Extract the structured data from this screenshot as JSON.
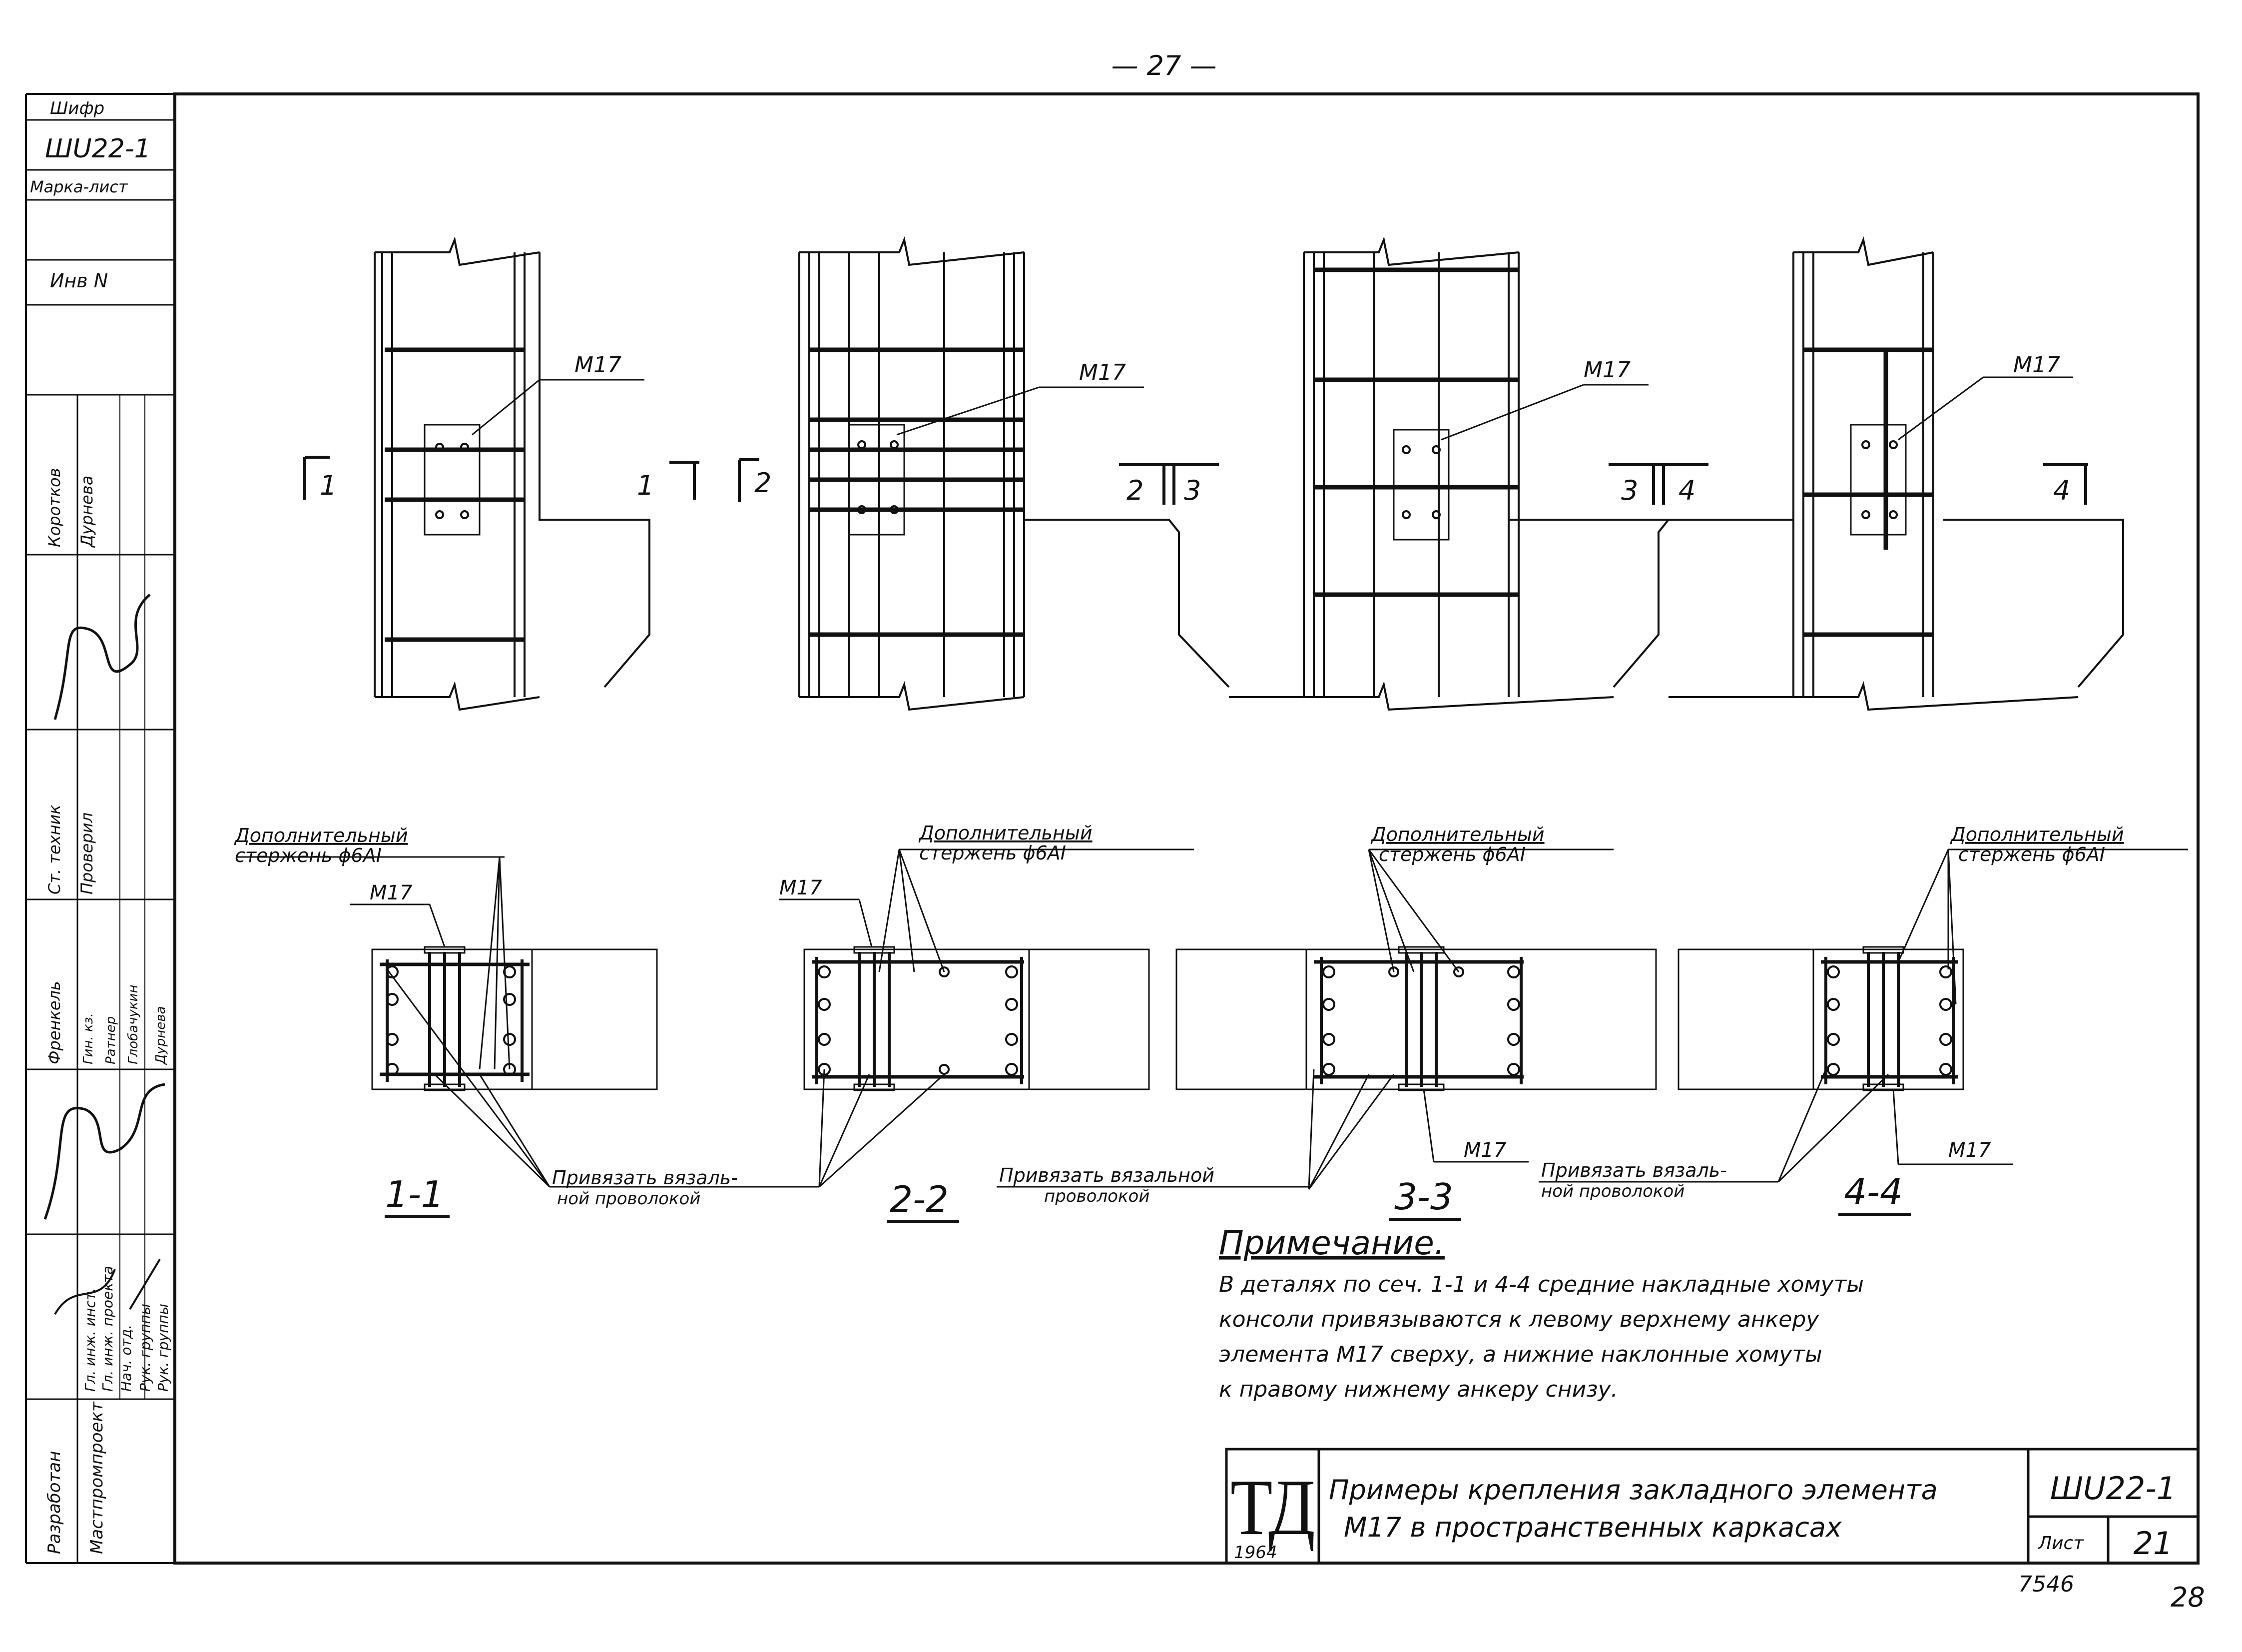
{
  "page_number": "— 27 —",
  "side_stamp": {
    "code_label": "Шифр",
    "code_value": "ШU22-1",
    "sheet_mark_label": "Марка-лист",
    "inventory_label": "Инв N",
    "roles": [
      "Разработан",
      "Мастпромпроект"
    ],
    "positions": [
      "Гл. инж. инст.",
      "Гл. инж. проекта",
      "Нач. отд.",
      "Рук. группы",
      "Рук. группы",
      "Ст. техник",
      "Проверил"
    ],
    "names": [
      "Коротков",
      "Дурнева",
      "Френкель",
      "Гин. кз.",
      "Ратнер",
      "Глобачукин",
      "Дурнева"
    ]
  },
  "plan_views": {
    "label_m17": "М17",
    "cut_marks": [
      "1",
      "1",
      "2",
      "2",
      "3",
      "3",
      "4",
      "4"
    ]
  },
  "sections": {
    "callout_extra_bar": [
      "Дополнительный",
      "стержень ϕ6АI"
    ],
    "label_m17": "М17",
    "tie_label_1": [
      "Привязать вязаль-",
      "ной проволокой"
    ],
    "tie_label_2": [
      "Привязать вязальной",
      "проволокой"
    ],
    "tie_label_3": [
      "Привязать вязаль-",
      "ной проволокой"
    ],
    "titles": [
      "1-1",
      "2-2",
      "3-3",
      "4-4"
    ]
  },
  "note": {
    "title": "Примечание.",
    "lines": [
      "В деталях по сеч. 1-1 и 4-4 средние накладные хомуты",
      "консоли привязываются к левому верхнему анкеру",
      "элемента М17 сверху, а нижние наклонные хомуты",
      "к правому нижнему анкеру снизу."
    ]
  },
  "title_block": {
    "logo": "ТД",
    "year": "1964",
    "title_line1": "Примеры крепления закладного элемента",
    "title_line2": "М17 в пространственных каркасах",
    "code": "ШU22-1",
    "sheet_label": "Лист",
    "sheet_number": "21",
    "inventory_number": "7546",
    "corner_number": "28"
  }
}
